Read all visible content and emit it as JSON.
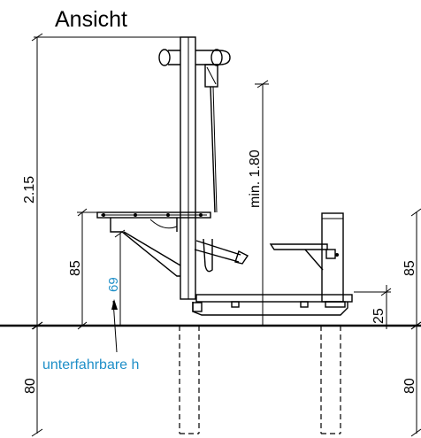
{
  "title": "Ansicht",
  "dimensions": {
    "total_height": "2.15",
    "min_height": "min. 1.80",
    "seat_height_left": "85",
    "seat_height_right": "85",
    "underpass_height": "69",
    "platform_height": "25",
    "foundation_depth_left": "80",
    "foundation_depth_right": "80"
  },
  "annotation": {
    "underpass_label": "unterfahrbare h"
  },
  "colors": {
    "line": "#000000",
    "accent": "#1f8fc8"
  }
}
